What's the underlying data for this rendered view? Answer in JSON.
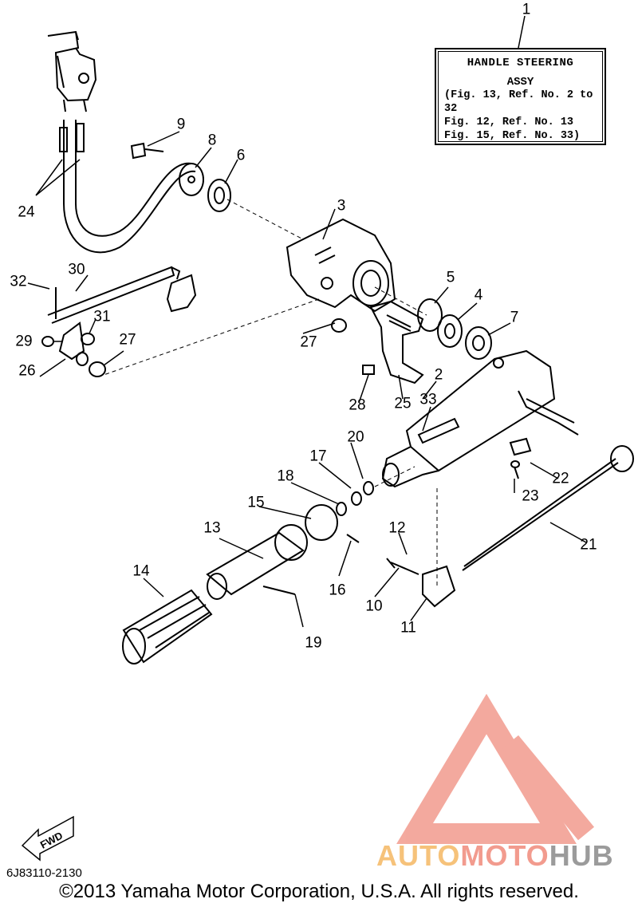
{
  "title_box": {
    "ref_number": "1",
    "line1": "HANDLE STEERING",
    "line2": "ASSY",
    "refs": [
      "(Fig. 13, Ref. No. 2 to 32",
      "Fig. 12, Ref. No. 13",
      "Fig. 15, Ref. No. 33)"
    ]
  },
  "callouts": [
    {
      "id": "2",
      "text": "2"
    },
    {
      "id": "3",
      "text": "3"
    },
    {
      "id": "4",
      "text": "4"
    },
    {
      "id": "5",
      "text": "5"
    },
    {
      "id": "6",
      "text": "6"
    },
    {
      "id": "7",
      "text": "7"
    },
    {
      "id": "8",
      "text": "8"
    },
    {
      "id": "9",
      "text": "9"
    },
    {
      "id": "10",
      "text": "10"
    },
    {
      "id": "11",
      "text": "11"
    },
    {
      "id": "12",
      "text": "12"
    },
    {
      "id": "13",
      "text": "13"
    },
    {
      "id": "14",
      "text": "14"
    },
    {
      "id": "15",
      "text": "15"
    },
    {
      "id": "16",
      "text": "16"
    },
    {
      "id": "17",
      "text": "17"
    },
    {
      "id": "18",
      "text": "18"
    },
    {
      "id": "19",
      "text": "19"
    },
    {
      "id": "20",
      "text": "20"
    },
    {
      "id": "21",
      "text": "21"
    },
    {
      "id": "22",
      "text": "22"
    },
    {
      "id": "23",
      "text": "23"
    },
    {
      "id": "24",
      "text": "24"
    },
    {
      "id": "25",
      "text": "25"
    },
    {
      "id": "26",
      "text": "26"
    },
    {
      "id": "27a",
      "text": "27"
    },
    {
      "id": "27b",
      "text": "27"
    },
    {
      "id": "28",
      "text": "28"
    },
    {
      "id": "29",
      "text": "29"
    },
    {
      "id": "30",
      "text": "30"
    },
    {
      "id": "31",
      "text": "31"
    },
    {
      "id": "32",
      "text": "32"
    },
    {
      "id": "33",
      "text": "33"
    }
  ],
  "fwd_label": "FWD",
  "drawing_code": "6J83110-2130",
  "copyright": "©2013 Yamaha Motor Corporation, U.S.A. All rights reserved.",
  "watermark": {
    "part1": "AUTO",
    "part2": "MOTO",
    "part3": "HUB"
  },
  "colors": {
    "line": "#000000",
    "watermark_red": "#f29b8e",
    "watermark_orange": "#f6c27a",
    "watermark_gray": "#9b9b9b"
  }
}
